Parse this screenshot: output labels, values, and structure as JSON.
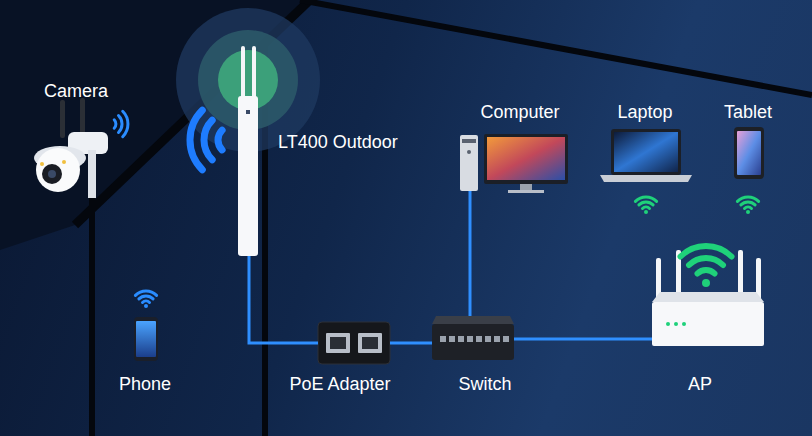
{
  "diagram": {
    "nodes": [
      {
        "text": [
          "Camera"
        ]
      },
      {
        "text": [
          "LT400 Outdoor"
        ]
      },
      {
        "text": [
          "Computer"
        ]
      },
      {
        "text": [
          "Laptop"
        ]
      },
      {
        "text": [
          "Tablet"
        ]
      },
      {
        "text": [
          "Phone"
        ]
      },
      {
        "text": [
          "PoE Adapter"
        ]
      },
      {
        "text": [
          "Switch"
        ]
      },
      {
        "text": [
          "AP"
        ]
      }
    ],
    "edges": [
      {
        "from": 1,
        "to": 6,
        "arrow": "none"
      },
      {
        "from": 6,
        "to": 7,
        "arrow": "none"
      },
      {
        "from": 7,
        "to": 8,
        "arrow": "none"
      },
      {
        "from": 2,
        "to": 7,
        "arrow": "none"
      }
    ]
  }
}
